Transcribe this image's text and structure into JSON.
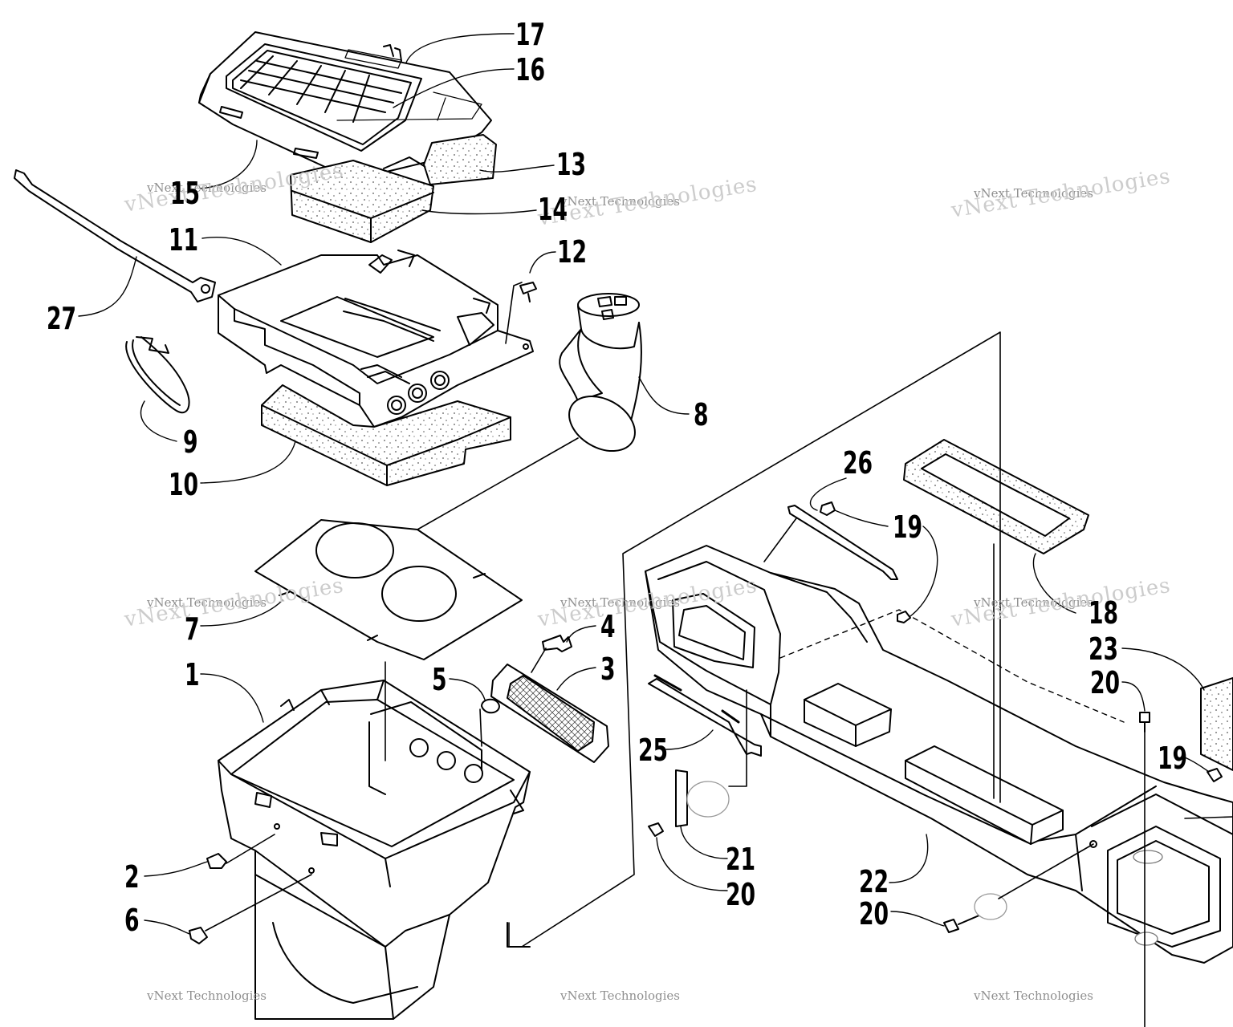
{
  "callouts": [
    {
      "id": "17",
      "label": "17"
    },
    {
      "id": "16",
      "label": "16"
    },
    {
      "id": "13",
      "label": "13"
    },
    {
      "id": "15",
      "label": "15"
    },
    {
      "id": "14",
      "label": "14"
    },
    {
      "id": "11",
      "label": "11"
    },
    {
      "id": "12",
      "label": "12"
    },
    {
      "id": "27",
      "label": "27"
    },
    {
      "id": "8",
      "label": "8"
    },
    {
      "id": "9",
      "label": "9"
    },
    {
      "id": "10",
      "label": "10"
    },
    {
      "id": "26",
      "label": "26"
    },
    {
      "id": "19a",
      "label": "19"
    },
    {
      "id": "18",
      "label": "18"
    },
    {
      "id": "7",
      "label": "7"
    },
    {
      "id": "4",
      "label": "4"
    },
    {
      "id": "3",
      "label": "3"
    },
    {
      "id": "5",
      "label": "5"
    },
    {
      "id": "1",
      "label": "1"
    },
    {
      "id": "23",
      "label": "23"
    },
    {
      "id": "20a",
      "label": "20"
    },
    {
      "id": "19b",
      "label": "19"
    },
    {
      "id": "25",
      "label": "25"
    },
    {
      "id": "21",
      "label": "21"
    },
    {
      "id": "2",
      "label": "2"
    },
    {
      "id": "22",
      "label": "22"
    },
    {
      "id": "20b",
      "label": "20"
    },
    {
      "id": "20c",
      "label": "20"
    },
    {
      "id": "6",
      "label": "6"
    }
  ],
  "watermark": {
    "line1": "vNext Technologies",
    "line2": "vNext Technologies"
  }
}
